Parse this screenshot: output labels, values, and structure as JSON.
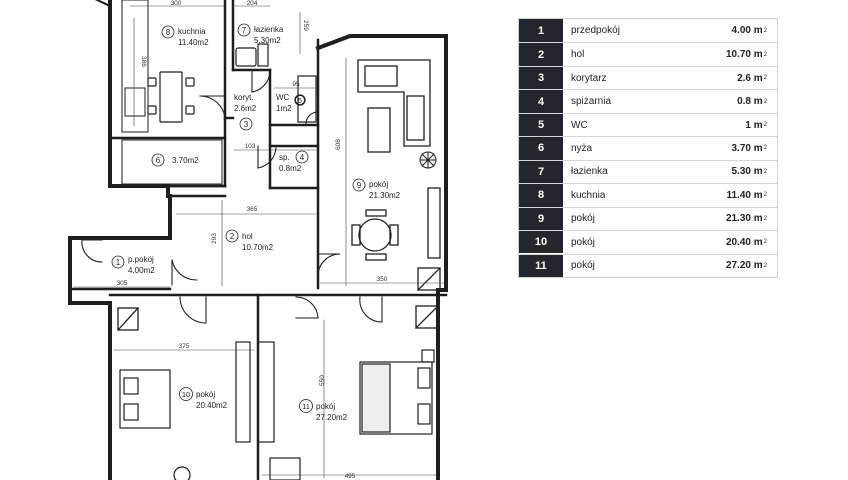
{
  "rooms": [
    {
      "no": "1",
      "name": "przedpokój",
      "area": "4.00",
      "unit": "m",
      "exp": "2"
    },
    {
      "no": "2",
      "name": "hol",
      "area": "10.70",
      "unit": "m",
      "exp": "2"
    },
    {
      "no": "3",
      "name": "korytarz",
      "area": "2.6",
      "unit": "m",
      "exp": "2"
    },
    {
      "no": "4",
      "name": "spiżarnia",
      "area": "0.8",
      "unit": "m",
      "exp": "2"
    },
    {
      "no": "5",
      "name": "WC",
      "area": "1",
      "unit": "m",
      "exp": "2"
    },
    {
      "no": "6",
      "name": "nyża",
      "area": "3.70",
      "unit": "m",
      "exp": "2"
    },
    {
      "no": "7",
      "name": "łazienka",
      "area": "5.30",
      "unit": "m",
      "exp": "2"
    },
    {
      "no": "8",
      "name": "kuchnia",
      "area": "11.40",
      "unit": "m",
      "exp": "2"
    },
    {
      "no": "9",
      "name": "pokój",
      "area": "21.30",
      "unit": "m",
      "exp": "2"
    },
    {
      "no": "10",
      "name": "pokój",
      "area": "20.40",
      "unit": "m",
      "exp": "2"
    },
    {
      "no": "11",
      "name": "pokój",
      "area": "27.20",
      "unit": "m",
      "exp": "2"
    }
  ],
  "plan": {
    "labels": {
      "r1": {
        "no": "1",
        "name": "p.pokój",
        "area": "4.00m2"
      },
      "r2": {
        "no": "2",
        "name": "hol",
        "area": "10.70m2"
      },
      "r3": {
        "no": "3",
        "name": "koryt.",
        "area": "2.6m2"
      },
      "r4": {
        "no": "4",
        "name": "sp.",
        "area": "0.8m2"
      },
      "r5": {
        "no": "5",
        "name": "WC",
        "area": "1m2"
      },
      "r6": {
        "no": "6",
        "area": "3.70m2"
      },
      "r7": {
        "no": "7",
        "name": "łazienka",
        "area": "5.30m2"
      },
      "r8": {
        "no": "8",
        "name": "kuchnia",
        "area": "11.40m2"
      },
      "r9": {
        "no": "9",
        "name": "pokój",
        "area": "21.30m2"
      },
      "r10": {
        "no": "10",
        "name": "pokój",
        "area": "20.40m2"
      },
      "r11": {
        "no": "11",
        "name": "pokój",
        "area": "27.20m2"
      }
    },
    "dims": {
      "kitchen_w": "300",
      "bath_w": "204",
      "bath_h": "259",
      "kitchen_h": "386",
      "wc_w": "95",
      "sp_w": "103",
      "hol_w": "365",
      "hol_h": "293",
      "r9_h": "608",
      "r9_w": "350",
      "p_w": "305",
      "r10_w": "375",
      "r11_h": "550",
      "r11_w": "495"
    }
  }
}
